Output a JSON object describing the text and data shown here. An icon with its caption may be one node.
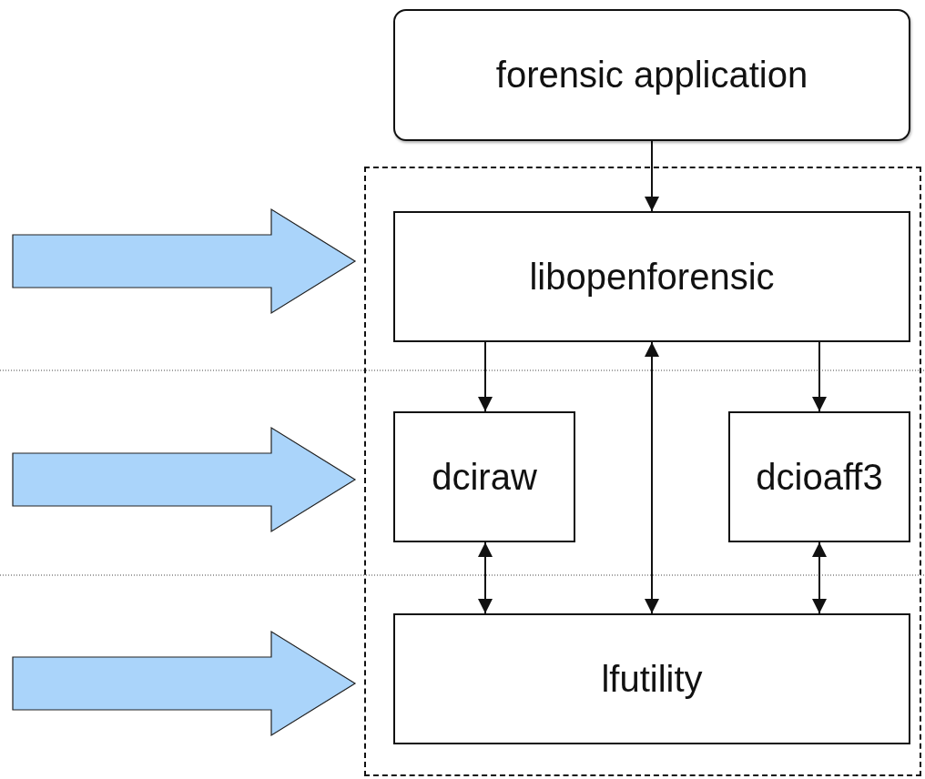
{
  "diagram": {
    "nodes": [
      {
        "text": [
          "forensic application"
        ]
      },
      {
        "text": [],
        "shape": "box"
      },
      {
        "text": [
          "libopenforensic"
        ],
        "in": 1
      },
      {
        "text": [
          "dciraw"
        ],
        "in": 1
      },
      {
        "text": [
          "dcioaff3"
        ],
        "in": 1
      },
      {
        "text": [
          "lfutility"
        ],
        "in": 1
      }
    ],
    "edges": [
      {
        "from": 0,
        "to": 2,
        "arrow": "to"
      },
      {
        "from": 2,
        "to": 3,
        "arrow": "to"
      },
      {
        "from": 2,
        "to": 4,
        "arrow": "to"
      },
      {
        "from": 3,
        "to": 5,
        "arrow": "both"
      },
      {
        "from": 5,
        "to": 2,
        "arrow": "both"
      },
      {
        "from": 4,
        "to": 5,
        "arrow": "both"
      },
      {
        "from": null,
        "to": 1,
        "arrow": "to",
        "style": "thick",
        "color": "#aad4fa"
      },
      {
        "from": null,
        "to": 1,
        "arrow": "to",
        "style": "thick",
        "color": "#aad4fa"
      },
      {
        "from": null,
        "to": 1,
        "arrow": "to",
        "style": "thick",
        "color": "#aad4fa"
      }
    ]
  }
}
